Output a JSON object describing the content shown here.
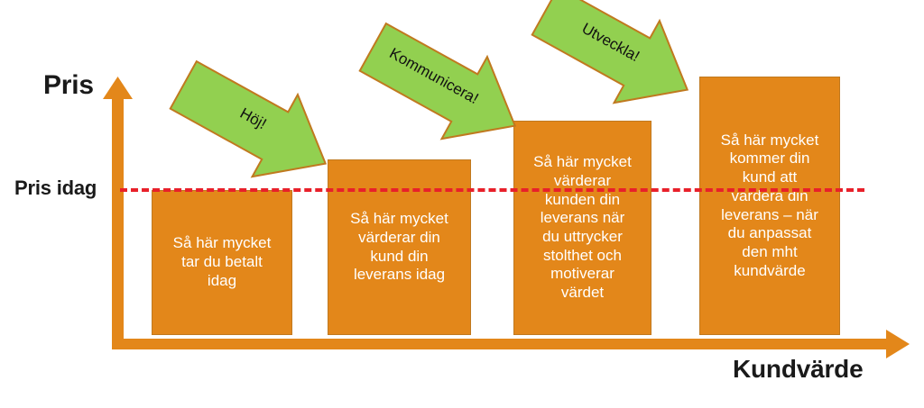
{
  "diagram": {
    "title_hidden": "",
    "background_color": "#ffffff",
    "bar_color": "#E3871A",
    "bar_border_color": "#C0791F",
    "arrow_color": "#92D050",
    "arrow_border_color": "#C0791F",
    "axis_color": "#E3871A",
    "price_line_color": "#E8202A",
    "bar_text_color": "#FFFFFF"
  },
  "axes": {
    "y_label": "Pris",
    "x_label": "Kundvärde",
    "threshold_label": "Pris idag"
  },
  "bars": [
    {
      "id": "bar-1",
      "text": "Så här mycket\ntar du betalt\nidag",
      "font_size": 17
    },
    {
      "id": "bar-2",
      "text": "Så här mycket\nvärderar din\nkund din\nleverans idag",
      "font_size": 17
    },
    {
      "id": "bar-3",
      "text": "Så här mycket\nvärderar\nkunden din\nleverans när\ndu uttrycker\nstolthet och\nmotiverar\nvärdet",
      "font_size": 17
    },
    {
      "id": "bar-4",
      "text": "Så här mycket\nkommer din\nkund att\nvärdera din\nleverans – när\ndu anpassat\nden mht\nkundvärde",
      "font_size": 17
    }
  ],
  "arrows": [
    {
      "id": "arrow-1",
      "label": "Höj!"
    },
    {
      "id": "arrow-2",
      "label": "Kommunicera!"
    },
    {
      "id": "arrow-3",
      "label": "Utveckla!"
    }
  ],
  "chart_data": {
    "type": "bar",
    "title": "",
    "xlabel": "Kundvärde",
    "ylabel": "Pris",
    "categories": [
      "Så här mycket tar du betalt idag",
      "Så här mycket värderar din kund din leverans idag",
      "Så här mycket värderar kunden din leverans när du uttrycker stolthet och motiverar värdet",
      "Så här mycket kommer din kund att värdera din leverans – när du anpassat den mht kundvärde"
    ],
    "values": [
      161,
      195,
      238,
      287
    ],
    "annotations": [
      "Höj!",
      "Kommunicera!",
      "Utveckla!"
    ],
    "threshold_line": {
      "label": "Pris idag",
      "value": 161,
      "style": "dashed",
      "color": "#E8202A"
    },
    "grid": false,
    "legend": "none"
  }
}
